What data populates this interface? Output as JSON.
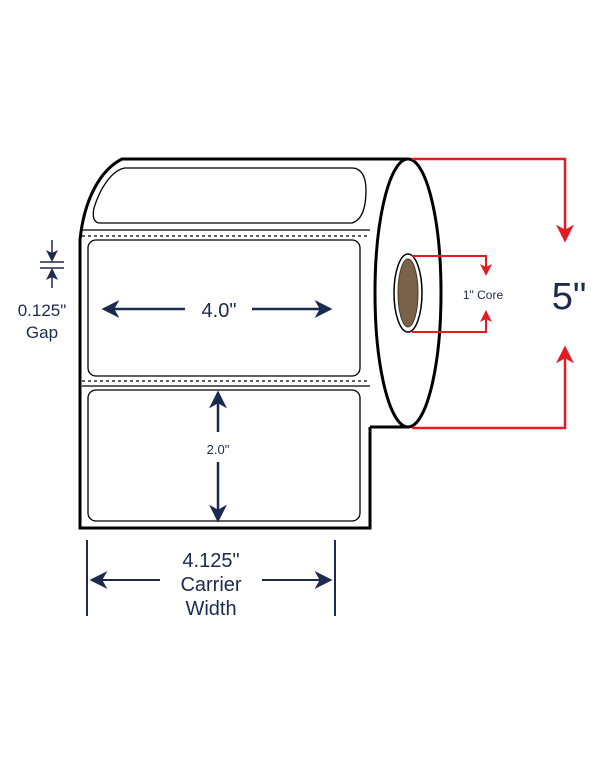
{
  "diagram": {
    "label_width": "4.0\"",
    "label_height": "2.0\"",
    "gap_value": "0.125\"",
    "gap_word": "Gap",
    "carrier_value": "4.125\"",
    "carrier_word_1": "Carrier",
    "carrier_word_2": "Width",
    "core_label": "1\" Core",
    "roll_diameter": "5\""
  },
  "colors": {
    "navy": "#1b2a4e",
    "red": "#e31b23",
    "core_brown": "#7a6248",
    "black": "#000000"
  }
}
